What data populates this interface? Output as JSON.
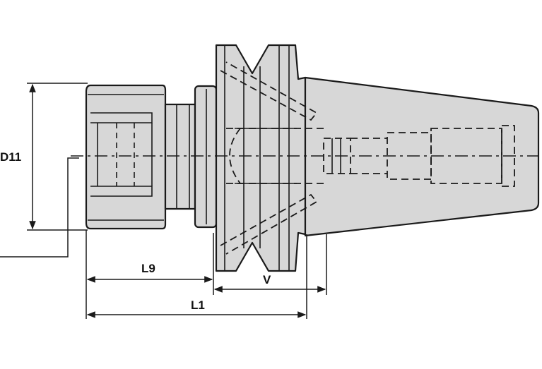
{
  "drawing": {
    "labels": {
      "d11": "D11",
      "l9": "L9",
      "v": "V",
      "l1": "L1"
    },
    "colors": {
      "body_fill": "#d7d7d7",
      "line": "#1a1a1a",
      "background": "#ffffff"
    }
  }
}
